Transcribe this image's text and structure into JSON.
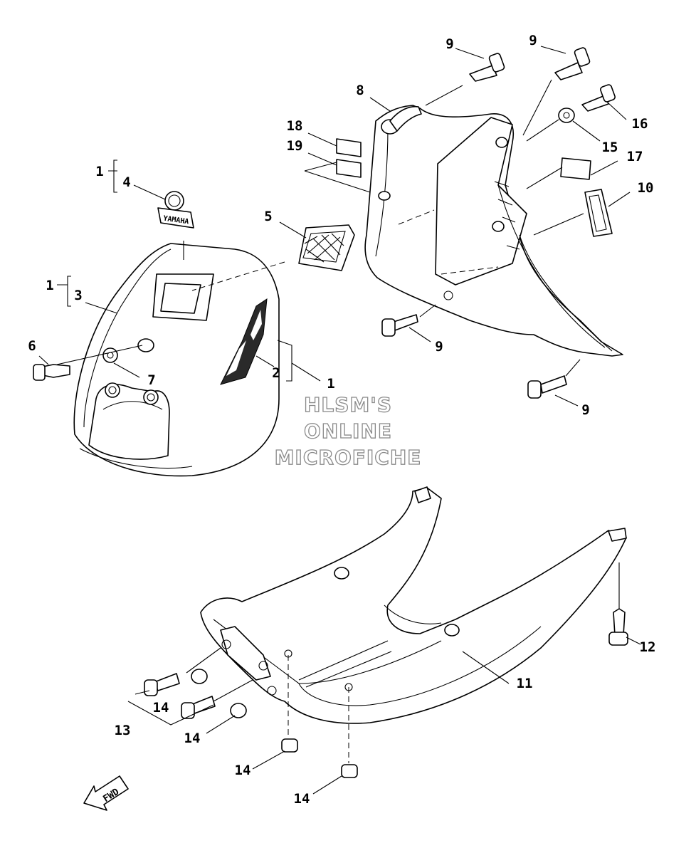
{
  "callouts": {
    "c1a": "1",
    "c4": "4",
    "c1b": "1",
    "c3": "3",
    "c6": "6",
    "c7": "7",
    "c2": "2",
    "c1c": "1",
    "c5": "5",
    "c8": "8",
    "c9a": "9",
    "c9b": "9",
    "c16": "16",
    "c15": "15",
    "c17": "17",
    "c10": "10",
    "c18": "18",
    "c19": "19",
    "c9c": "9",
    "c9d": "9",
    "c11": "11",
    "c12": "12",
    "c13": "13",
    "c14a": "14",
    "c14b": "14",
    "c14c": "14",
    "c14d": "14"
  },
  "emblem_text": "YAMAHA",
  "watermark": {
    "line1": "HLSM'S",
    "line2": "ONLINE",
    "line3": "MICROFICHE"
  },
  "fwd_label": "FWD"
}
